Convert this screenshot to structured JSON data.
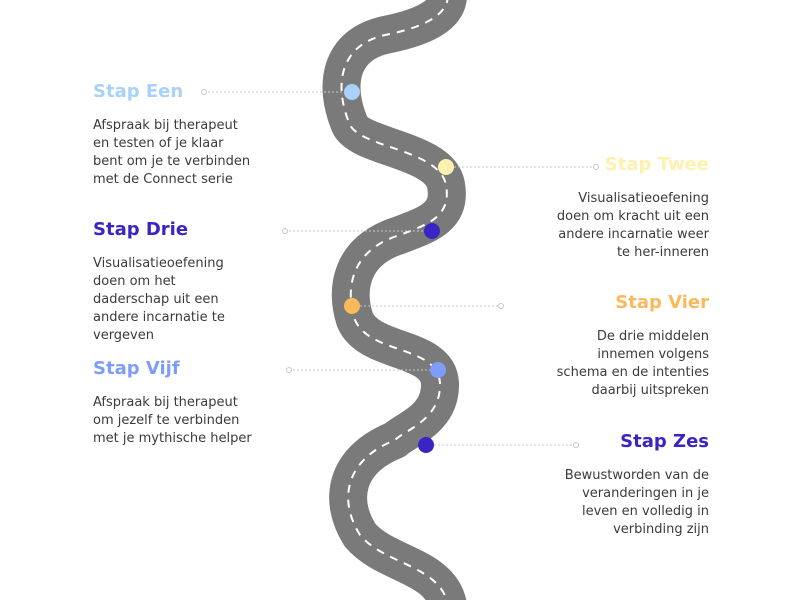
{
  "steps": [
    {
      "id": "een",
      "title": "Stap Een",
      "description": "Afspraak bij therapeut\nen testen of je klaar\nbent om je te verbinden\nmet de Connect serie",
      "color": "#a8d2fa"
    },
    {
      "id": "twee",
      "title": "Stap Twee",
      "description": "Visualisatieoefening\ndoen om kracht uit een\nandere incarnatie weer\nte her-inneren",
      "color": "#fdf1b0"
    },
    {
      "id": "drie",
      "title": "Stap Drie",
      "description": "Visualisatieoefening\ndoen om het\ndaderschap uit een\nandere incarnatie te\nvergeven",
      "color": "#3b24c4"
    },
    {
      "id": "vier",
      "title": "Stap Vier",
      "description": "De drie middelen\ninnemen volgens\nschema en de intenties\ndaarbij uitspreken",
      "color": "#fbb95e"
    },
    {
      "id": "vijf",
      "title": "Stap Vijf",
      "description": "Afspraak bij therapeut\nom jezelf te verbinden\nmet je mythische helper",
      "color": "#7e9dfb"
    },
    {
      "id": "zes",
      "title": "Stap Zes",
      "description": "Bewustworden van de\nveranderingen in je\nleven en volledig in\nverbinding zijn",
      "color": "#3b24c4"
    }
  ],
  "colors": {
    "road": "#7a7a7a",
    "road_marking": "#ffffff",
    "connector": "#c8c8c8"
  }
}
